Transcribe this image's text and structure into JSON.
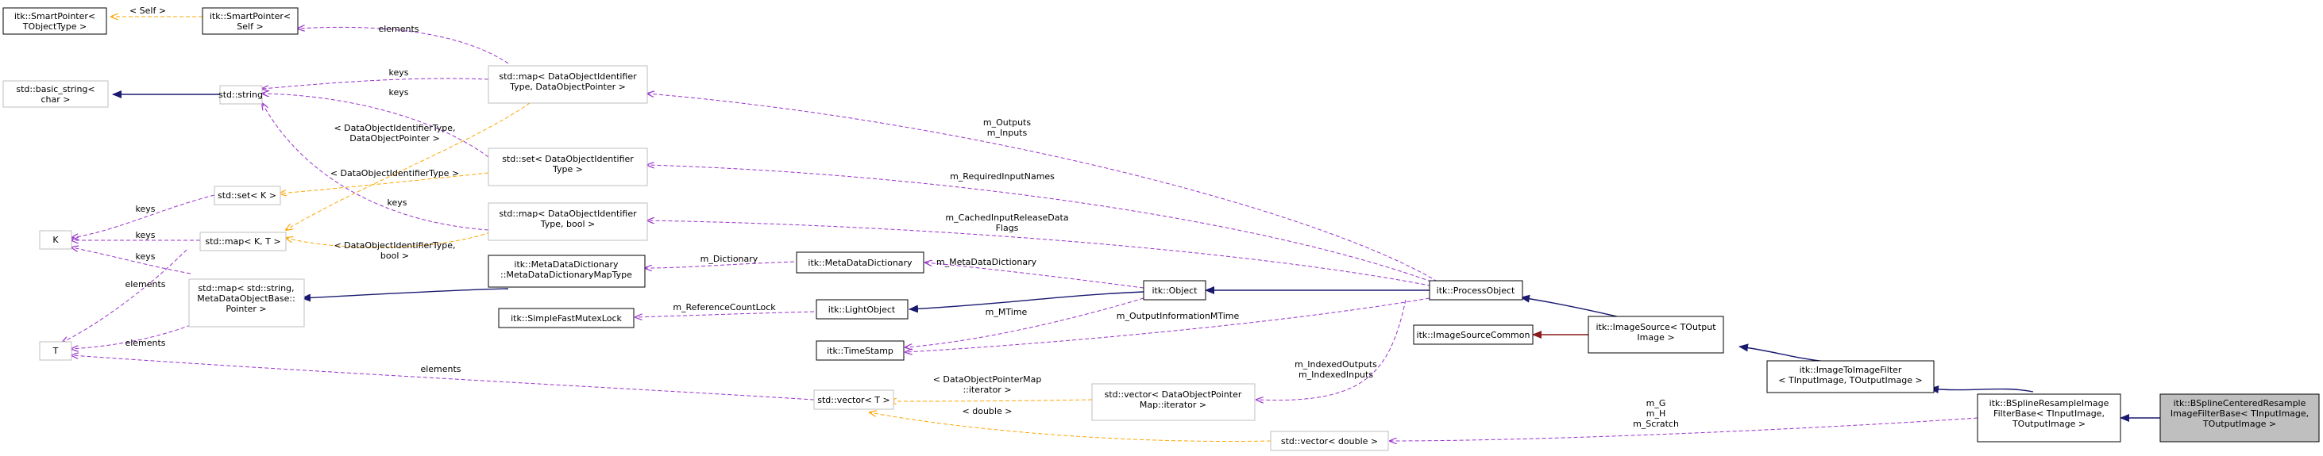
{
  "nodes": {
    "sp_tobject": {
      "lines": [
        "itk::SmartPointer<",
        "TObjectType >"
      ]
    },
    "sp_self": {
      "lines": [
        "itk::SmartPointer<",
        "Self >"
      ]
    },
    "basic_string": {
      "lines": [
        "std::basic_string<",
        "char >"
      ]
    },
    "std_string": {
      "lines": [
        "std::string"
      ]
    },
    "set_k": {
      "lines": [
        "std::set< K >"
      ]
    },
    "k": {
      "lines": [
        "K"
      ]
    },
    "map_kt": {
      "lines": [
        "std::map< K, T >"
      ]
    },
    "t": {
      "lines": [
        "T"
      ]
    },
    "map_string_meta": {
      "lines": [
        "std::map< std::string,",
        "MetaDataObjectBase::",
        "Pointer >"
      ]
    },
    "map_doi_dop": {
      "lines": [
        "std::map< DataObjectIdentifier",
        "Type, DataObjectPointer >"
      ]
    },
    "set_doi": {
      "lines": [
        "std::set< DataObjectIdentifier",
        "Type >"
      ]
    },
    "map_doi_bool": {
      "lines": [
        "std::map< DataObjectIdentifier",
        "Type, bool >"
      ]
    },
    "meta_map_type": {
      "lines": [
        "itk::MetaDataDictionary",
        "::MetaDataDictionaryMapType"
      ]
    },
    "meta_dict": {
      "lines": [
        "itk::MetaDataDictionary"
      ]
    },
    "mutex": {
      "lines": [
        "itk::SimpleFastMutexLock"
      ]
    },
    "light_object": {
      "lines": [
        "itk::LightObject"
      ]
    },
    "time_stamp": {
      "lines": [
        "itk::TimeStamp"
      ]
    },
    "object": {
      "lines": [
        "itk::Object"
      ]
    },
    "process_object": {
      "lines": [
        "itk::ProcessObject"
      ]
    },
    "image_source_common": {
      "lines": [
        "itk::ImageSourceCommon"
      ]
    },
    "image_source": {
      "lines": [
        "itk::ImageSource< TOutput",
        "Image >"
      ]
    },
    "image_to_image": {
      "lines": [
        "itk::ImageToImageFilter",
        "< TInputImage, TOutputImage >"
      ]
    },
    "bspline_base": {
      "lines": [
        "itk::BSplineResampleImage",
        "FilterBase< TInputImage,",
        "TOutputImage >"
      ]
    },
    "bspline_centered": {
      "lines": [
        "itk::BSplineCenteredResample",
        "ImageFilterBase< TInputImage,",
        "TOutputImage >"
      ]
    },
    "vector_t": {
      "lines": [
        "std::vector< T >"
      ]
    },
    "vector_dop_iter": {
      "lines": [
        "std::vector< DataObjectPointer",
        "Map::iterator >"
      ]
    },
    "vector_double": {
      "lines": [
        "std::vector< double >"
      ]
    }
  },
  "edge_labels": {
    "self": [
      "< Self >"
    ],
    "elements_sp": [
      "elements"
    ],
    "keys_map_doi_dop": [
      "keys"
    ],
    "keys_set_doi": [
      "keys"
    ],
    "keys_map_doi_bool": [
      "keys"
    ],
    "map_doi_dop_template": [
      "< DataObjectIdentifierType,",
      "DataObjectPointer >"
    ],
    "set_doi_template": [
      "< DataObjectIdentifierType >"
    ],
    "map_doi_bool_template": [
      "< DataObjectIdentifierType,",
      "bool >"
    ],
    "keys_set_k": [
      "keys"
    ],
    "keys_map_kt": [
      "keys"
    ],
    "keys_map_string": [
      "keys"
    ],
    "elements_map_kt": [
      "elements"
    ],
    "elements_map_string": [
      "elements"
    ],
    "elements_vector": [
      "elements"
    ],
    "outputs_inputs": [
      "m_Outputs",
      "m_Inputs"
    ],
    "required_inputs": [
      "m_RequiredInputNames"
    ],
    "cached_flags": [
      "m_CachedInputReleaseData",
      "Flags"
    ],
    "dictionary": [
      "m_Dictionary"
    ],
    "meta_dictionary": [
      "m_MetaDataDictionary"
    ],
    "ref_count_lock": [
      "m_ReferenceCountLock"
    ],
    "mtime": [
      "m_MTime"
    ],
    "output_info_mtime": [
      "m_OutputInformationMTime"
    ],
    "indexed": [
      "m_IndexedOutputs",
      "m_IndexedInputs"
    ],
    "vector_iter_template": [
      "< DataObjectPointerMap",
      "::iterator >"
    ],
    "double_template": [
      "< double >"
    ],
    "g_h_scratch": [
      "m_G",
      "m_H",
      "m_Scratch"
    ]
  }
}
